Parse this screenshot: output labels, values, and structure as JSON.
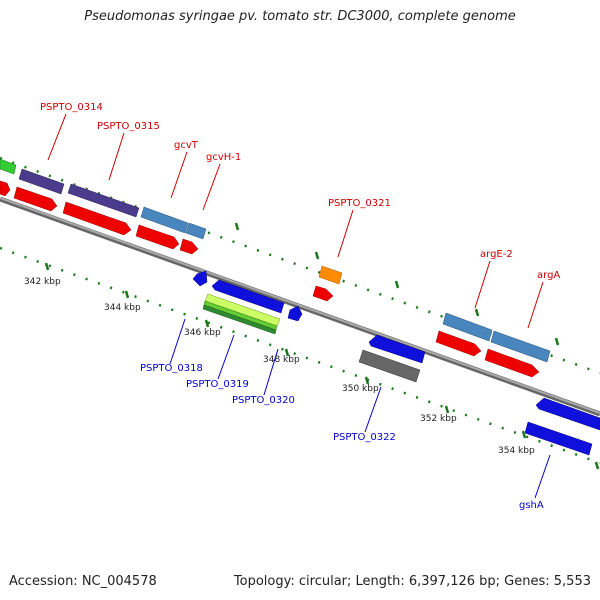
{
  "title": "Pseudomonas syringae pv. tomato str. DC3000, complete genome",
  "footer": {
    "accession": "Accession: NC_004578",
    "stats": "Topology: circular; Length: 6,397,126 bp; Genes: 5,553"
  },
  "colors": {
    "forward_label": "#cc0000",
    "reverse_label": "#0000cc",
    "backbone": "#888888",
    "ticks": "#1a7a1a"
  },
  "scale_labels": [
    "342 kbp",
    "344 kbp",
    "346 kbp",
    "348 kbp",
    "350 kbp",
    "352 kbp",
    "354 kbp"
  ],
  "gene_labels": {
    "PSPTO_0314": "PSPTO_0314",
    "PSPTO_0315": "PSPTO_0315",
    "gcvT": "gcvT",
    "gcvH_1": "gcvH-1",
    "PSPTO_0321": "PSPTO_0321",
    "argE_2": "argE-2",
    "argA": "argA",
    "PSPTO_0318": "PSPTO_0318",
    "PSPTO_0319": "PSPTO_0319",
    "PSPTO_0320": "PSPTO_0320",
    "PSPTO_0322": "PSPTO_0322",
    "gshA": "gshA"
  }
}
